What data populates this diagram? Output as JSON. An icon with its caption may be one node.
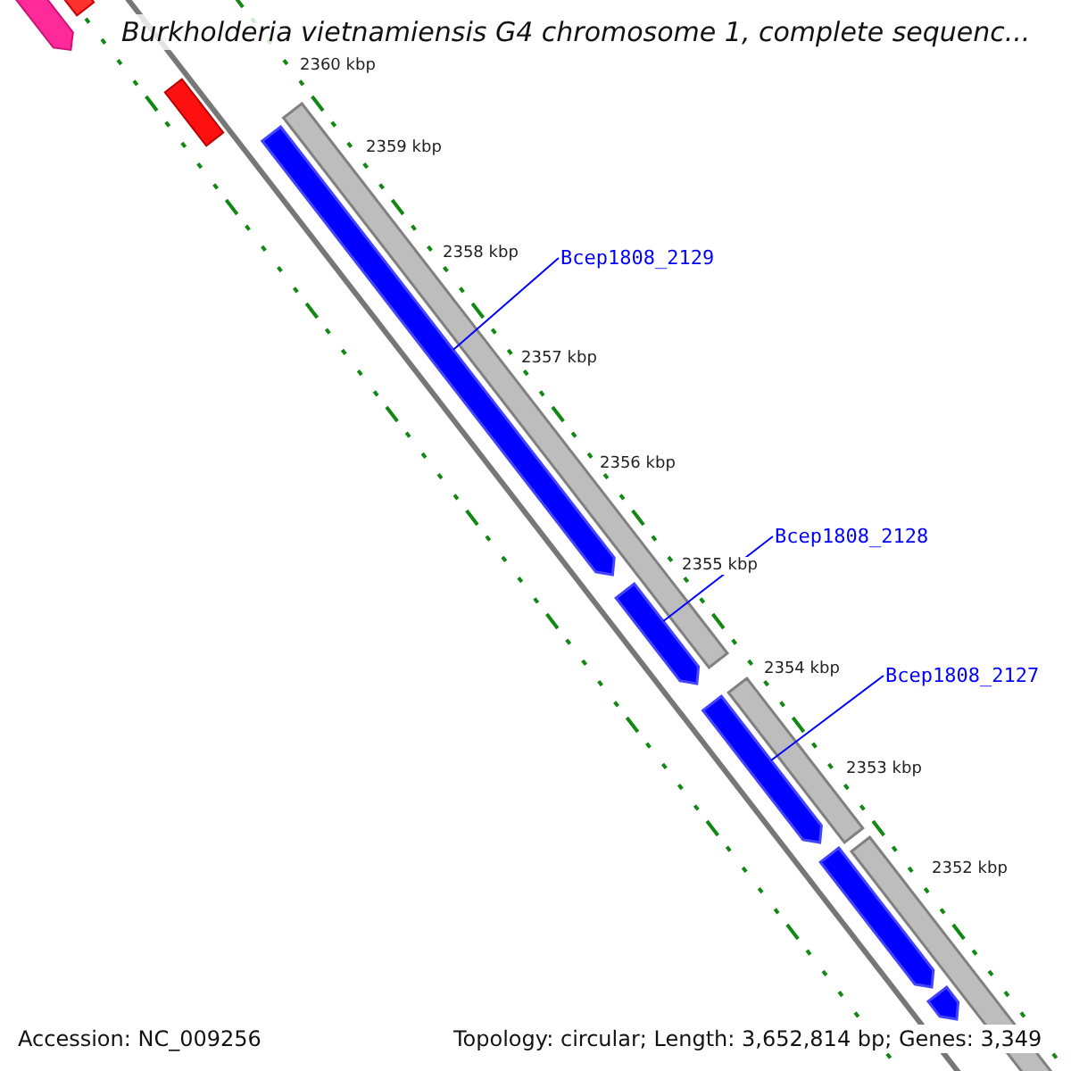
{
  "diagram": {
    "title": "Burkholderia vietnamiensis G4 chromosome 1, complete sequenc...",
    "nodes": [
      {
        "text": [
          "Bcep1808_2129"
        ]
      },
      {
        "text": [],
        "shape": "arrow"
      },
      {
        "text": [
          "Bcep1808_2128"
        ]
      },
      {
        "text": [],
        "shape": "arrow"
      },
      {
        "text": [
          "Bcep1808_2127"
        ]
      },
      {
        "text": [],
        "shape": "arrow"
      },
      {
        "text": [],
        "shape": "arrow"
      },
      {
        "text": [],
        "shape": "arrow"
      }
    ],
    "edges": [
      {
        "from": 0,
        "to": 1,
        "arrow": "none"
      },
      {
        "from": 2,
        "to": 3,
        "arrow": "none"
      },
      {
        "from": 4,
        "to": 5,
        "arrow": "none"
      }
    ],
    "labels": [
      "2360 kbp",
      "2359 kbp",
      "2358 kbp",
      "2357 kbp",
      "2356 kbp",
      "2355 kbp",
      "2354 kbp",
      "2353 kbp",
      "2352 kbp",
      "Accession: NC_009256",
      "Topology: circular; Length: 3,652,814 bp; Genes: 3,349"
    ]
  }
}
